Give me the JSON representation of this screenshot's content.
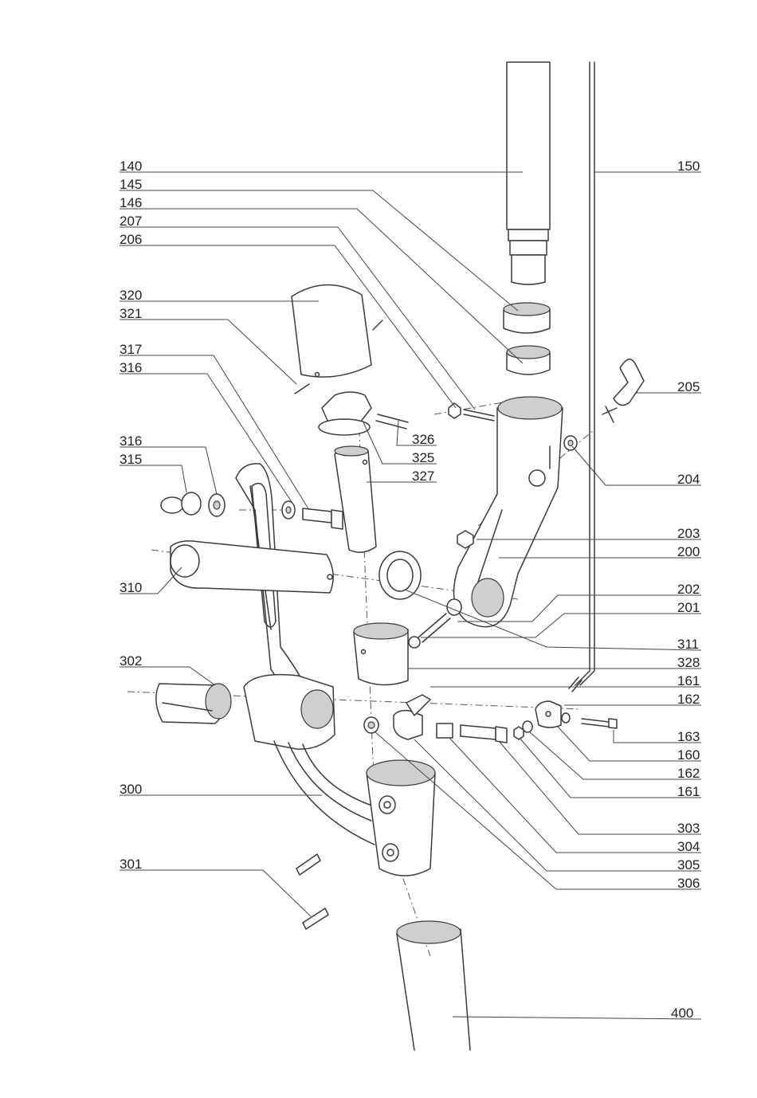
{
  "callouts_left": [
    "140",
    "145",
    "146",
    "207",
    "206",
    "320",
    "321",
    "317",
    "316",
    "316",
    "315",
    "310",
    "302",
    "300",
    "301"
  ],
  "callouts_right": [
    "150",
    "326",
    "325",
    "327",
    "205",
    "204",
    "203",
    "200",
    "202",
    "201",
    "311",
    "328",
    "161",
    "162",
    "163",
    "160",
    "162",
    "161",
    "303",
    "304",
    "305",
    "306",
    "400"
  ]
}
